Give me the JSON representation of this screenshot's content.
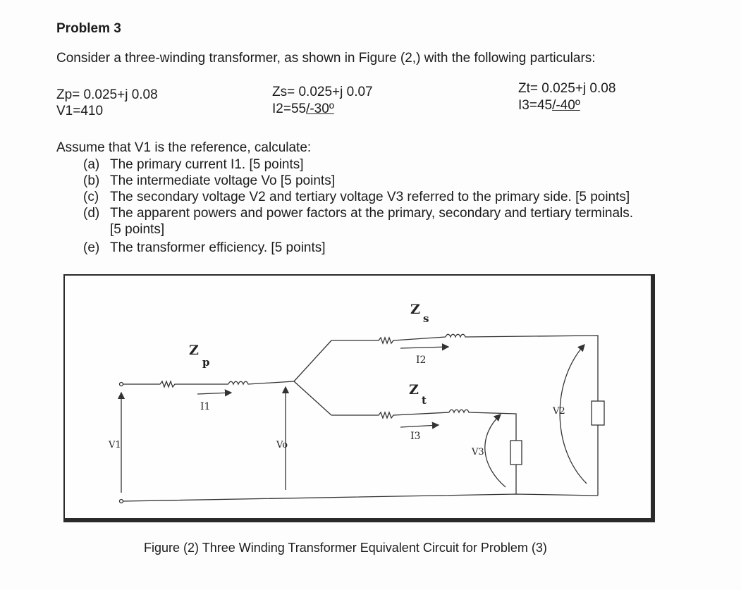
{
  "problem_title": "Problem 3",
  "intro": "Consider a three-winding transformer, as shown in Figure (2,) with the following particulars:",
  "params": {
    "zp": "Zp= 0.025+j 0.08",
    "v1": "V1=410",
    "zs": "Zs= 0.025+j 0.07",
    "i2_prefix": "I2=55",
    "i2_angle": "/-30º",
    "zt": "Zt= 0.025+j 0.08",
    "i3_prefix": "I3=45",
    "i3_angle": "/-40º"
  },
  "assume": "Assume that V1 is the reference, calculate:",
  "questions": [
    {
      "label": "(a)",
      "text": "The primary current I1. [5 points]"
    },
    {
      "label": "(b)",
      "text": "The intermediate voltage  Vo [5 points]"
    },
    {
      "label": "(c)",
      "text": "The secondary voltage V2 and tertiary voltage V3 referred to the primary side. [5 points]"
    },
    {
      "label": "(d)",
      "text": "The apparent powers and power factors at the primary, secondary and tertiary terminals."
    },
    {
      "label": "",
      "text": "[5 points]"
    },
    {
      "label": "(e)",
      "text": "The transformer efficiency. [5 points]"
    }
  ],
  "figure_labels": {
    "zs_main": "Z",
    "zs_sub": "s",
    "zp_main": "Z",
    "zp_sub": "p",
    "zt_main": "Z",
    "zt_sub": "t",
    "i1": "I1",
    "i2": "I2",
    "i3": "I3",
    "v1": "V1",
    "vo": "Vo",
    "v2": "V2",
    "v3": "V3"
  },
  "caption": "Figure (2) Three Winding Transformer Equivalent Circuit for Problem (3)"
}
